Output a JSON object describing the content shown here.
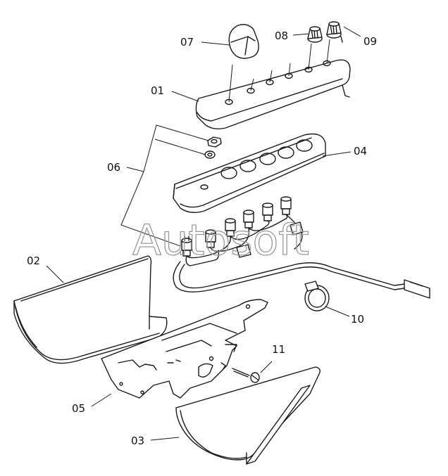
{
  "watermark": "Autosoft",
  "callouts": {
    "c01": "01",
    "c02": "02",
    "c03": "03",
    "c04": "04",
    "c05": "05",
    "c06": "06",
    "c07": "07",
    "c08": "08",
    "c09": "09",
    "c10": "10",
    "c11": "11"
  }
}
